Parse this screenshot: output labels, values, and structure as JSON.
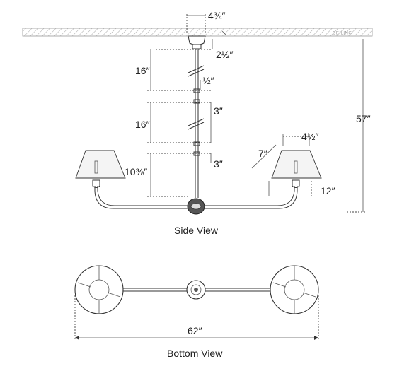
{
  "labels": {
    "ceiling": "CEILING",
    "canopy_width": "4¾″",
    "canopy_height": "2½″",
    "stem_upper": "16″",
    "stem_gap": "½″",
    "stem_middle_len": "16″",
    "coupler_1": "3″",
    "coupler_2": "3″",
    "arm_drop": "10⅜″",
    "overall_height": "57″",
    "shade_top": "4½″",
    "shade_side": "7″",
    "shade_to_arm": "12″",
    "overall_width": "62″"
  },
  "captions": {
    "side_view": "Side View",
    "bottom_view": "Bottom View"
  }
}
